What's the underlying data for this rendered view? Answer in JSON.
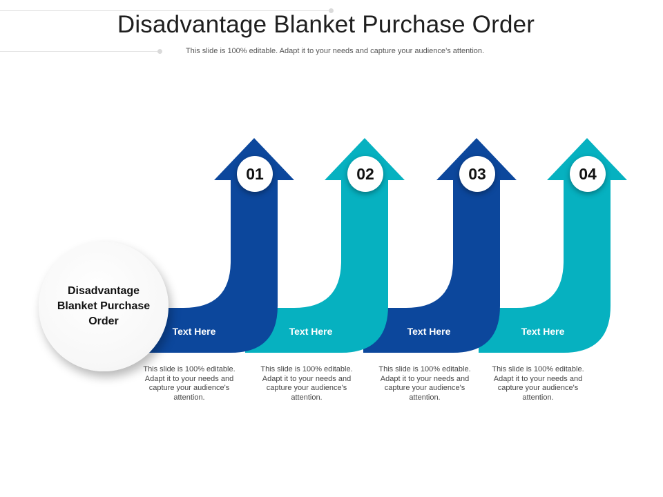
{
  "header": {
    "title": "Disadvantage Blanket Purchase Order",
    "subtitle": "This slide is 100% editable. Adapt it to your needs and capture your audience’s attention."
  },
  "hub": {
    "label": "Disadvantage Blanket Purchase Order"
  },
  "colors": {
    "dark_blue": "#0c479c",
    "teal": "#06b1c0"
  },
  "steps": [
    {
      "number": "01",
      "label": "Text Here",
      "description": "This slide is 100% editable. Adapt it to your needs and capture your audience's attention.",
      "color": "#0c479c"
    },
    {
      "number": "02",
      "label": "Text Here",
      "description": "This slide is 100% editable. Adapt it to your needs and capture your audience's attention.",
      "color": "#06b1c0"
    },
    {
      "number": "03",
      "label": "Text Here",
      "description": "This slide is 100% editable. Adapt it to your needs and capture your audience's attention.",
      "color": "#0c479c"
    },
    {
      "number": "04",
      "label": "Text Here",
      "description": "This slide is 100% editable. Adapt it to your needs and capture your audience's attention.",
      "color": "#06b1c0"
    }
  ]
}
